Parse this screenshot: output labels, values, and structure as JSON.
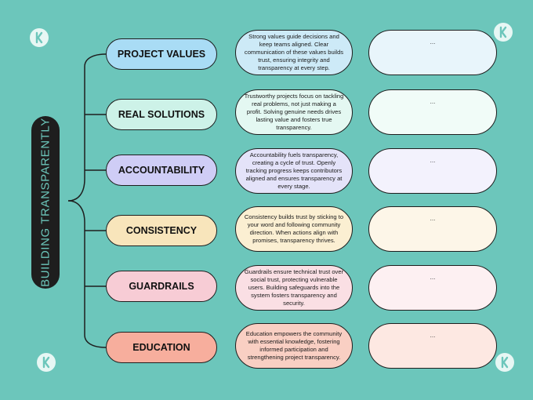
{
  "title": "BUILDING TRANSPARENTLY",
  "icons": [
    "logo-icon",
    "logo-icon",
    "logo-icon",
    "logo-icon"
  ],
  "colors": {
    "background": "#6cc6bb",
    "title_pill": "#1e1e1e",
    "title_text": "#6cc6bb",
    "outline": "#1e1e1e"
  },
  "rows": [
    {
      "topic": "PROJECT VALUES",
      "description": "Strong values guide decisions and keep teams aligned. Clear communication of these values builds trust, ensuring integrity and transparency at every step.",
      "note": "...",
      "topic_color": "#a9dcf5",
      "desc_color": "#cdeaf7",
      "note_color": "#e8f5fb"
    },
    {
      "topic": "REAL SOLUTIONS",
      "description": "Trustworthy projects focus on tackling real problems, not just making a profit. Solving genuine needs drives lasting value and fosters true transparency.",
      "note": "...",
      "topic_color": "#cdf2e8",
      "desc_color": "#e4f8f2",
      "note_color": "#f1fcf8"
    },
    {
      "topic": "ACCOUNTABILITY",
      "description": "Accountability fuels transparency, creating a cycle of trust. Openly tracking progress keeps contributors aligned and ensures transparency at every stage.",
      "note": "...",
      "topic_color": "#cfcdf6",
      "desc_color": "#e4e3f9",
      "note_color": "#f3f2fd"
    },
    {
      "topic": "CONSISTENCY",
      "description": "Consistency builds trust by sticking to your word and following community direction. When actions align with promises, transparency thrives.",
      "note": "...",
      "topic_color": "#f8e5bb",
      "desc_color": "#fbefd2",
      "note_color": "#fdf6e8"
    },
    {
      "topic": "GUARDRAILS",
      "description": "Guardrails ensure technical trust over social trust, protecting vulnerable users. Building safeguards into the system fosters transparency and security.",
      "note": "...",
      "topic_color": "#f7ccd5",
      "desc_color": "#fadfe4",
      "note_color": "#fdf0f2"
    },
    {
      "topic": "EDUCATION",
      "description": "Education empowers the community with essential knowledge, fostering informed participation and strengthening project transparency.",
      "note": "...",
      "topic_color": "#f7ae9d",
      "desc_color": "#f9cfc3",
      "note_color": "#fde8e2"
    }
  ]
}
